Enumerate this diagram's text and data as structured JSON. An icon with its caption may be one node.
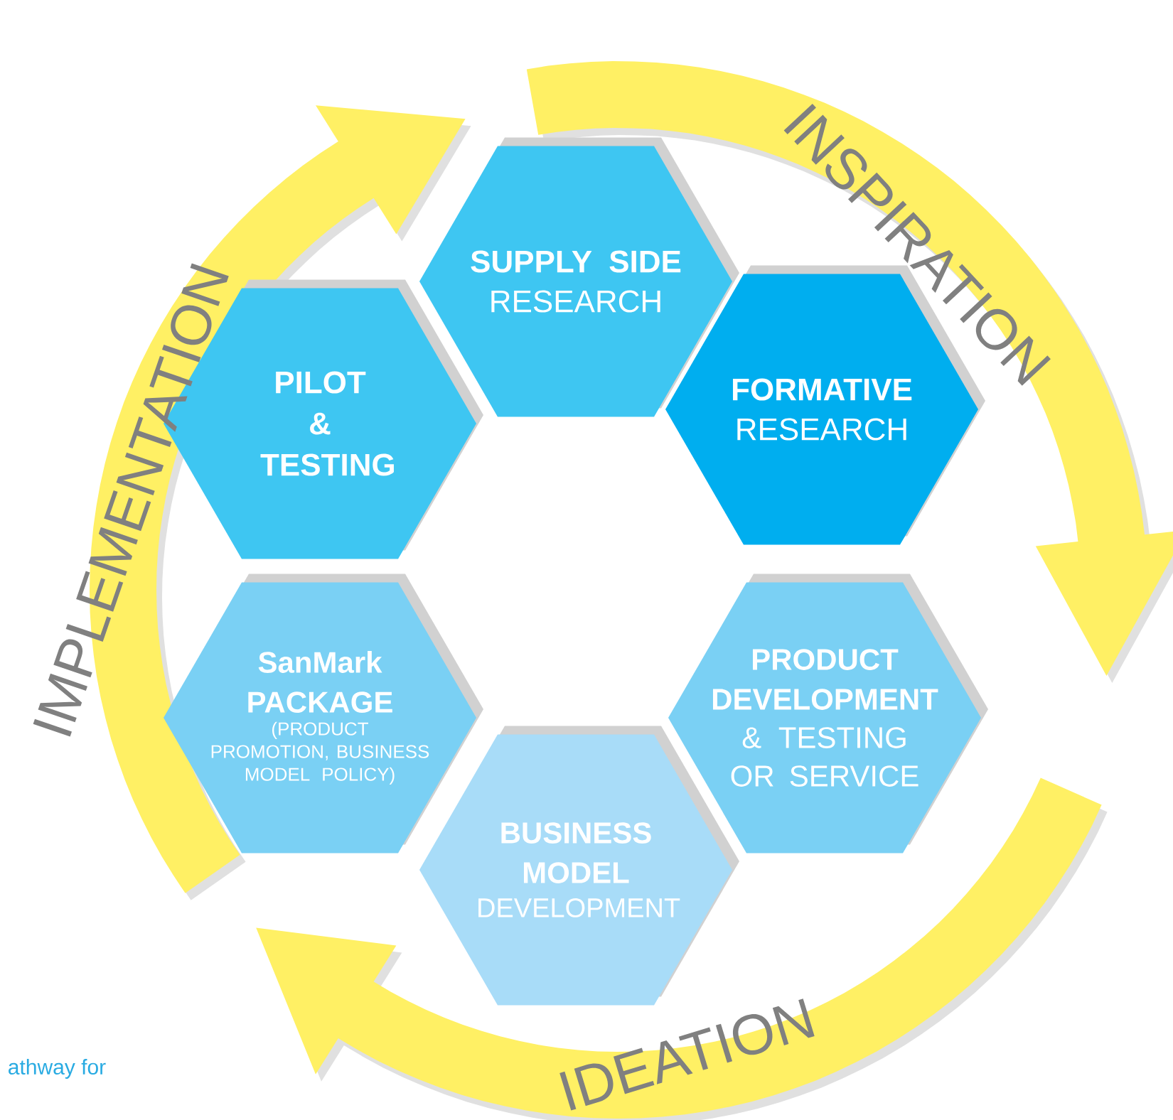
{
  "diagram": {
    "nodes": [
      {
        "text": [
          "SUPPLY SIDE",
          "RESEARCH"
        ]
      },
      {
        "text": [
          "PILOT & TESTING"
        ]
      },
      {
        "text": [
          "FORMATIVE",
          "RESEARCH"
        ]
      },
      {
        "text": [
          "SanMark PACKAGE",
          "(PRODUCT PROMOTION, BUSINESS MODEL POLICY)"
        ]
      },
      {
        "text": [
          "PRODUCT DEVELOPMENT",
          "& TESTING OR SERVICE"
        ]
      },
      {
        "text": [
          "BUSINESS MODEL",
          "DEVELOPMENT"
        ]
      }
    ],
    "labels": [
      "INSPIRATION",
      "IMPLEMENTATION",
      "IDEATION",
      "athway for"
    ]
  }
}
